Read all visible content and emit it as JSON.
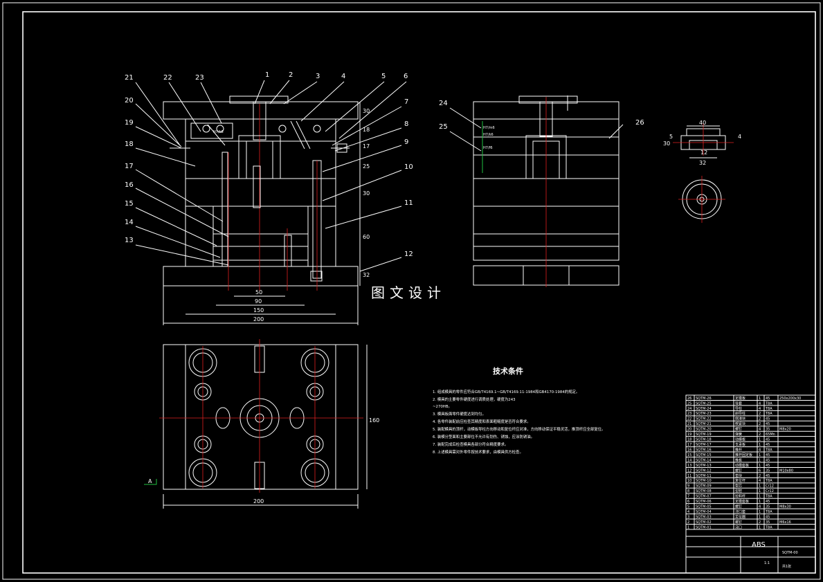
{
  "drawing": {
    "part_labels": [
      "1",
      "2",
      "3",
      "4",
      "5",
      "6",
      "7",
      "8",
      "9",
      "10",
      "11",
      "12",
      "13",
      "14",
      "15",
      "16",
      "17",
      "18",
      "19",
      "20",
      "21",
      "22",
      "23",
      "24",
      "25",
      "26"
    ],
    "section_dims_vertical": [
      "30",
      "18",
      "17",
      "25",
      "30",
      "60",
      "32"
    ],
    "section_dims_horizontal": [
      "50",
      "90",
      "150",
      "200"
    ],
    "plan_dims": [
      "200",
      "160"
    ],
    "detail_dims": [
      "40",
      "5",
      "30",
      "12",
      "4",
      "32"
    ],
    "fit_marks": [
      "H7/m6",
      "H7/k6",
      "H7/f6",
      "H7/k6"
    ],
    "watermark": "图文设计",
    "plan_marker": "A",
    "colors": {
      "background": "#000000",
      "line": "#ffffff",
      "centerline": "#e02020",
      "leader": "#20c040",
      "hatch": "#ffffff"
    }
  },
  "tech": {
    "title": "技术条件",
    "notes": [
      "1. 组成模具的零件应符合GB/T4169.1~GB/T4169.11-1984和GB4170-1984的规定。",
      "2. 模具的主要零件硬度进行调质处理，硬度为243",
      "   ~270HB。",
      "3. 模具板面零件硬度达到均匀。",
      "4. 各零件装配前应检查其精度和表面粗糙度是否符合要求。",
      "5. 装配模具的顶杆，动模板导柱方向移动和复位杆应对准，方向移动保证平稳灵活，推顶杆应全部复位。",
      "6. 装模分型面和主要部位不允许有划伤、锈蚀，应涂防锈油。",
      "7. 装配完成后检查模具各部分符合精度要求。",
      "8. 上述模具需对外零件按技术要求，由模具供方检查。"
    ]
  },
  "bom": {
    "rows": [
      {
        "no": "26",
        "code": "SQTM-26",
        "name": "定模板",
        "qty": "1",
        "mat": "45",
        "note": "250x200x30"
      },
      {
        "no": "25",
        "code": "SQTM-25",
        "name": "导套",
        "qty": "4",
        "mat": "T8A",
        "note": ""
      },
      {
        "no": "24",
        "code": "SQTM-24",
        "name": "导柱",
        "qty": "4",
        "mat": "T8A",
        "note": ""
      },
      {
        "no": "23",
        "code": "SQTM-23",
        "name": "斜导柱",
        "qty": "2",
        "mat": "T8A",
        "note": ""
      },
      {
        "no": "22",
        "code": "SQTM-22",
        "name": "侧滑块",
        "qty": "2",
        "mat": "45",
        "note": ""
      },
      {
        "no": "21",
        "code": "SQTM-21",
        "name": "楔紧块",
        "qty": "2",
        "mat": "45",
        "note": ""
      },
      {
        "no": "20",
        "code": "SQTM-20",
        "name": "螺钉",
        "qty": "4",
        "mat": "35",
        "note": "M8x20"
      },
      {
        "no": "19",
        "code": "SQTM-19",
        "name": "弹簧",
        "qty": "2",
        "mat": "65Mn",
        "note": ""
      },
      {
        "no": "18",
        "code": "SQTM-18",
        "name": "动模板",
        "qty": "1",
        "mat": "45",
        "note": ""
      },
      {
        "no": "17",
        "code": "SQTM-17",
        "name": "支承板",
        "qty": "1",
        "mat": "45",
        "note": ""
      },
      {
        "no": "16",
        "code": "SQTM-16",
        "name": "推杆",
        "qty": "4",
        "mat": "T8A",
        "note": ""
      },
      {
        "no": "15",
        "code": "SQTM-15",
        "name": "推杆固定板",
        "qty": "1",
        "mat": "45",
        "note": ""
      },
      {
        "no": "14",
        "code": "SQTM-14",
        "name": "推板",
        "qty": "1",
        "mat": "45",
        "note": ""
      },
      {
        "no": "13",
        "code": "SQTM-13",
        "name": "动模座板",
        "qty": "1",
        "mat": "45",
        "note": ""
      },
      {
        "no": "12",
        "code": "SQTM-12",
        "name": "螺钉",
        "qty": "6",
        "mat": "35",
        "note": "M10x80"
      },
      {
        "no": "11",
        "code": "SQTM-11",
        "name": "垫块",
        "qty": "2",
        "mat": "45",
        "note": ""
      },
      {
        "no": "10",
        "code": "SQTM-10",
        "name": "复位杆",
        "qty": "4",
        "mat": "T8A",
        "note": ""
      },
      {
        "no": "9",
        "code": "SQTM-09",
        "name": "型芯",
        "qty": "1",
        "mat": "Cr12",
        "note": ""
      },
      {
        "no": "8",
        "code": "SQTM-08",
        "name": "型腔",
        "qty": "1",
        "mat": "Cr12",
        "note": ""
      },
      {
        "no": "7",
        "code": "SQTM-07",
        "name": "拉料杆",
        "qty": "1",
        "mat": "T8A",
        "note": ""
      },
      {
        "no": "6",
        "code": "SQTM-06",
        "name": "定模座板",
        "qty": "1",
        "mat": "45",
        "note": ""
      },
      {
        "no": "5",
        "code": "SQTM-05",
        "name": "螺钉",
        "qty": "4",
        "mat": "35",
        "note": "M8x30"
      },
      {
        "no": "4",
        "code": "SQTM-04",
        "name": "浇口套",
        "qty": "1",
        "mat": "T8A",
        "note": ""
      },
      {
        "no": "3",
        "code": "SQTM-03",
        "name": "定位圈",
        "qty": "1",
        "mat": "45",
        "note": ""
      },
      {
        "no": "2",
        "code": "SQTM-02",
        "name": "螺钉",
        "qty": "2",
        "mat": "35",
        "note": "M6x16"
      },
      {
        "no": "1",
        "code": "SQTM-01",
        "name": "浇口",
        "qty": "1",
        "mat": "T8A",
        "note": ""
      }
    ],
    "material": "ABS",
    "drawing_no": "SQTM-00",
    "scale": "1:1",
    "sheet": "共1张"
  }
}
